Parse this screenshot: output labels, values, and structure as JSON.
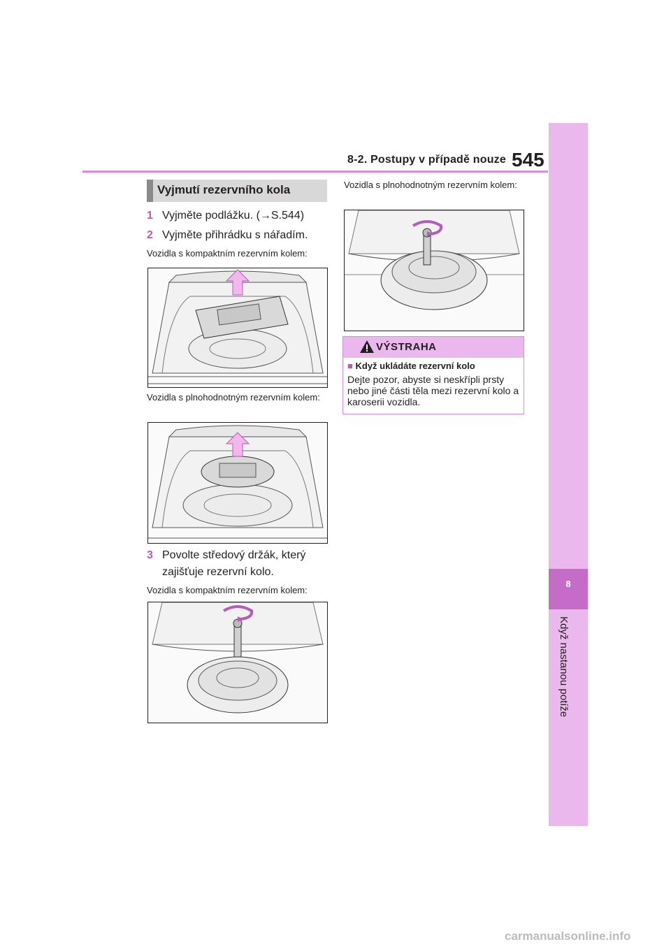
{
  "header": {
    "section": "8-2. Postupy v případě nouze",
    "page_number": "545"
  },
  "side_tab": {
    "chapter_number": "8",
    "chapter_title": "Když nastanou potíže"
  },
  "section": {
    "title": "Vyjmutí rezervního kola"
  },
  "steps": [
    {
      "number": "1",
      "text": "Vyjměte podlážku. (→S.544)"
    },
    {
      "number": "2",
      "text": "Vyjměte přihrádku s nářadím."
    },
    {
      "number": "3",
      "text_line1": "Povolte středový držák, který",
      "text_line2": "zajišťuje rezervní kolo."
    }
  ],
  "captions": {
    "compact_1": "Vozidla s kompaktním rezervním kolem:",
    "full_1": "Vozidla s plnohodnotným rezervním kolem:",
    "compact_2": "Vozidla s kompaktním rezervním kolem:",
    "full_2": "Vozidla s plnohodnotným rezervním kolem:"
  },
  "warning": {
    "title": "VÝSTRAHA",
    "subtitle": "Když ukládáte rezervní kolo",
    "body": "Dejte pozor, abyste si neskřípli prsty nebo jiné části těla mezi rezervní kolo a karoserii vozidla."
  },
  "watermark": "carmanualsonline.info",
  "colors": {
    "accent_pink": "#d68ee0",
    "tab_pink": "#eab8ec",
    "tab_dark": "#c46cc8",
    "step_number": "#b45cba"
  }
}
